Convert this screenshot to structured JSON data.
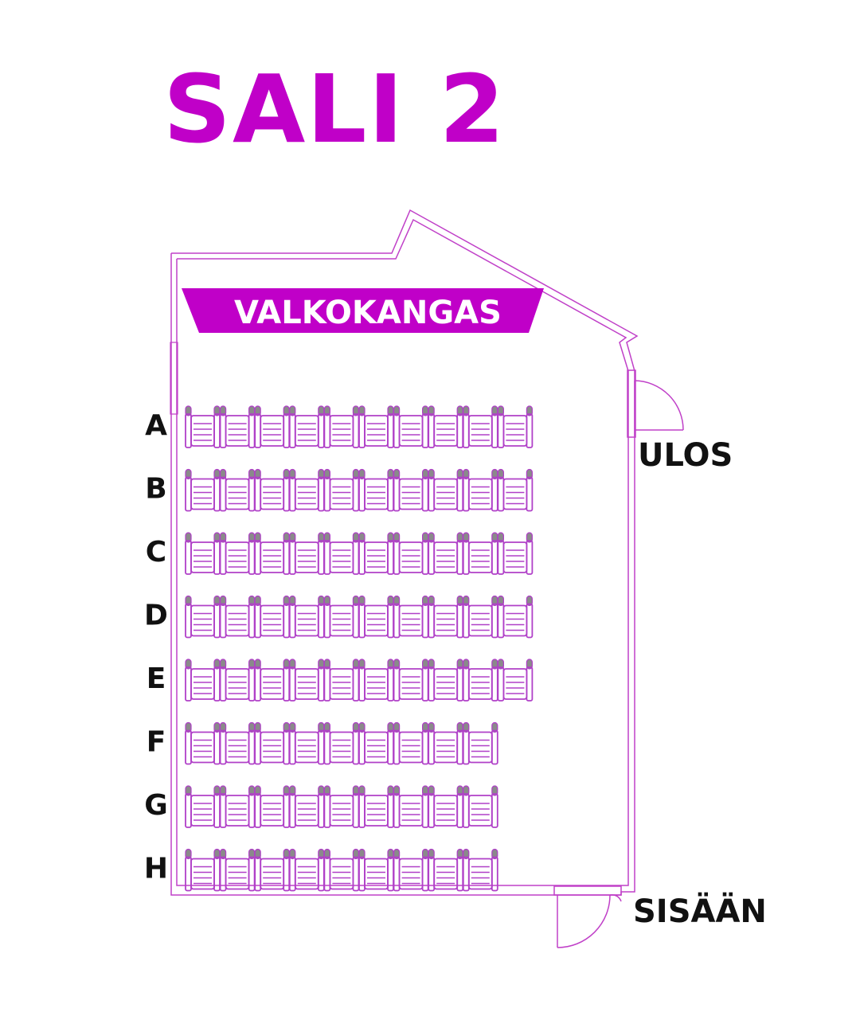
{
  "title": "SALI 2",
  "screen_label": "VALKOKANGAS",
  "exit_label": "ULOS",
  "entrance_label": "SISÄÄN",
  "rows": [
    {
      "label": "A",
      "seats": 10
    },
    {
      "label": "B",
      "seats": 10
    },
    {
      "label": "C",
      "seats": 10
    },
    {
      "label": "D",
      "seats": 10
    },
    {
      "label": "E",
      "seats": 10
    },
    {
      "label": "F",
      "seats": 9
    },
    {
      "label": "G",
      "seats": 9
    },
    {
      "label": "H",
      "seats": 9
    }
  ],
  "colors": {
    "accent": "#c000c8",
    "seat": "#b040c8",
    "seat_back": "#8a8a8a",
    "wall": "#c040c8",
    "text": "#111111"
  }
}
